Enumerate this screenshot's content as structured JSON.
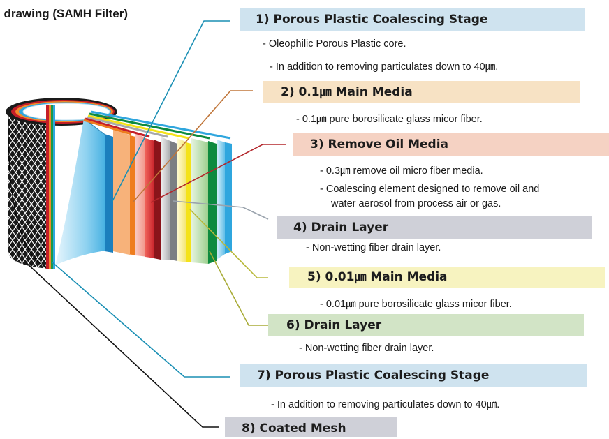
{
  "title": "l drawing (SAMH Filter)",
  "layers": [
    {
      "label": "1) Porous Plastic Coalescing Stage",
      "color": "#cfe3ef",
      "desc": [
        "- Oleophilic Porous Plastic core.",
        "- In addition to removing particulates down to 40㎛."
      ]
    },
    {
      "label": "2) 0.1㎛ Main Media",
      "color": "#f7e2c4",
      "desc": [
        "- 0.1㎛ pure borosilicate glass micor fiber."
      ]
    },
    {
      "label": "3) Remove Oil Media",
      "color": "#f5d2c3",
      "desc": [
        "- 0.3㎛ remove oil micro fiber media.",
        "- Coalescing element designed to remove oil and",
        "water aerosol from process air or gas."
      ]
    },
    {
      "label": "4) Drain Layer",
      "color": "#cfd0d8",
      "desc": [
        "- Non-wetting fiber drain layer."
      ]
    },
    {
      "label": "5) 0.01㎛ Main Media",
      "color": "#f7f3c0",
      "desc": [
        "- 0.01㎛ pure borosilicate glass micor fiber."
      ]
    },
    {
      "label": "6) Drain Layer",
      "color": "#d2e4c6",
      "desc": [
        "- Non-wetting fiber drain layer."
      ]
    },
    {
      "label": "7) Porous Plastic Coalescing Stage",
      "color": "#cfe3ef",
      "desc": [
        "- In addition to removing particulates down to 40㎛."
      ]
    },
    {
      "label": "8) Coated Mesh",
      "color": "#cfd0d8",
      "desc": []
    }
  ],
  "colors": {
    "leader_1": "#1a8fb4",
    "leader_2": "#c0763a",
    "leader_3": "#b3262b",
    "leader_4": "#9aa3ad",
    "leader_5": "#b8b83a",
    "leader_6": "#a8ab36",
    "leader_7": "#1a8fb4",
    "leader_8": "#111111"
  }
}
